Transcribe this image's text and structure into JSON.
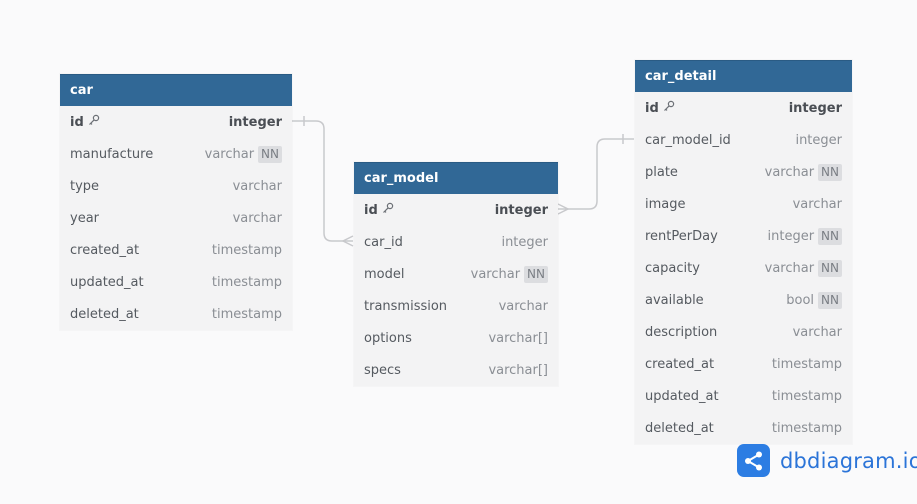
{
  "app": {
    "brand": "dbdiagram.io",
    "logo": "dbdiagram-share-logo"
  },
  "colors": {
    "header_bg": "#316896",
    "header_text": "#ffffff",
    "table_bg": "#f3f3f4",
    "connector": "#c8c9cc",
    "brand": "#2c7de3"
  },
  "tables": {
    "car": {
      "name": "car",
      "fields": [
        {
          "name": "id",
          "type": "integer",
          "pk": true,
          "nn": ""
        },
        {
          "name": "manufacture",
          "type": "varchar",
          "pk": false,
          "nn": "NN"
        },
        {
          "name": "type",
          "type": "varchar",
          "pk": false,
          "nn": ""
        },
        {
          "name": "year",
          "type": "varchar",
          "pk": false,
          "nn": ""
        },
        {
          "name": "created_at",
          "type": "timestamp",
          "pk": false,
          "nn": ""
        },
        {
          "name": "updated_at",
          "type": "timestamp",
          "pk": false,
          "nn": ""
        },
        {
          "name": "deleted_at",
          "type": "timestamp",
          "pk": false,
          "nn": ""
        }
      ]
    },
    "car_model": {
      "name": "car_model",
      "fields": [
        {
          "name": "id",
          "type": "integer",
          "pk": true,
          "nn": ""
        },
        {
          "name": "car_id",
          "type": "integer",
          "pk": false,
          "nn": ""
        },
        {
          "name": "model",
          "type": "varchar",
          "pk": false,
          "nn": "NN"
        },
        {
          "name": "transmission",
          "type": "varchar",
          "pk": false,
          "nn": ""
        },
        {
          "name": "options",
          "type": "varchar[]",
          "pk": false,
          "nn": ""
        },
        {
          "name": "specs",
          "type": "varchar[]",
          "pk": false,
          "nn": ""
        }
      ]
    },
    "car_detail": {
      "name": "car_detail",
      "fields": [
        {
          "name": "id",
          "type": "integer",
          "pk": true,
          "nn": ""
        },
        {
          "name": "car_model_id",
          "type": "integer",
          "pk": false,
          "nn": ""
        },
        {
          "name": "plate",
          "type": "varchar",
          "pk": false,
          "nn": "NN"
        },
        {
          "name": "image",
          "type": "varchar",
          "pk": false,
          "nn": ""
        },
        {
          "name": "rentPerDay",
          "type": "integer",
          "pk": false,
          "nn": "NN"
        },
        {
          "name": "capacity",
          "type": "varchar",
          "pk": false,
          "nn": "NN"
        },
        {
          "name": "available",
          "type": "bool",
          "pk": false,
          "nn": "NN"
        },
        {
          "name": "description",
          "type": "varchar",
          "pk": false,
          "nn": ""
        },
        {
          "name": "created_at",
          "type": "timestamp",
          "pk": false,
          "nn": ""
        },
        {
          "name": "updated_at",
          "type": "timestamp",
          "pk": false,
          "nn": ""
        },
        {
          "name": "deleted_at",
          "type": "timestamp",
          "pk": false,
          "nn": ""
        }
      ]
    }
  },
  "relations": [
    {
      "from": "car.id",
      "to": "car_model.car_id",
      "cardinality": "one-to-many"
    },
    {
      "from": "car_model.id",
      "to": "car_detail.car_model_id",
      "cardinality": "many-to-one"
    }
  ]
}
